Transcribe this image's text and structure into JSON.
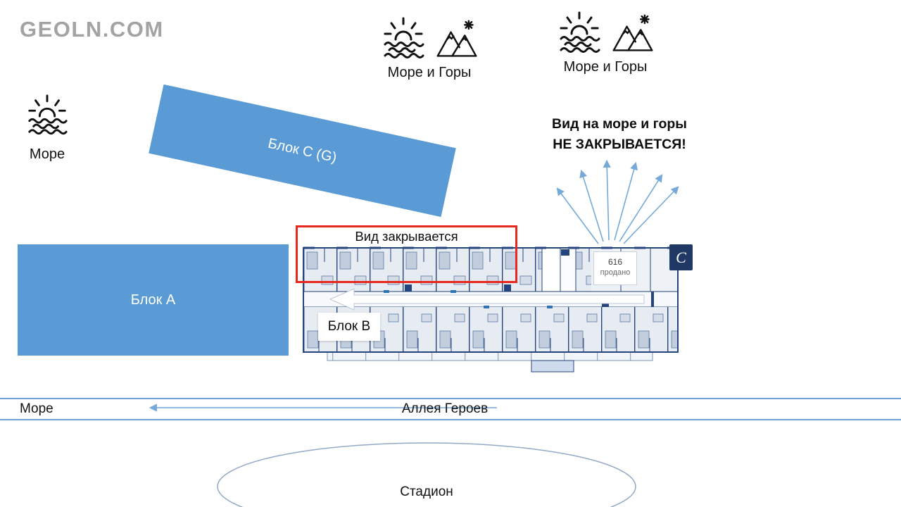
{
  "watermark": "GEOLN.COM",
  "legend_center": {
    "label": "Море и Горы"
  },
  "legend_right": {
    "label": "Море и Горы"
  },
  "sea_left": {
    "label": "Море"
  },
  "blocks": {
    "a": "Блок А",
    "b": "Блок B",
    "c": "Блок C (G)"
  },
  "view_open": {
    "line1": "Вид на море и горы",
    "line2": "НЕ ЗАКРЫВАЕТСЯ!"
  },
  "view_blocked": {
    "label": "Вид закрывается"
  },
  "floorplan": {
    "sold_number": "616",
    "sold_status": "продано",
    "compass": "C"
  },
  "street": {
    "sea": "Море",
    "name": "Аллея Героев"
  },
  "stadium": {
    "label": "Стадион"
  },
  "colors": {
    "block_blue": "#5B9BD5",
    "red_box": "#E8281E",
    "navy": "#203864",
    "arrow_blue": "#74A9D8"
  }
}
